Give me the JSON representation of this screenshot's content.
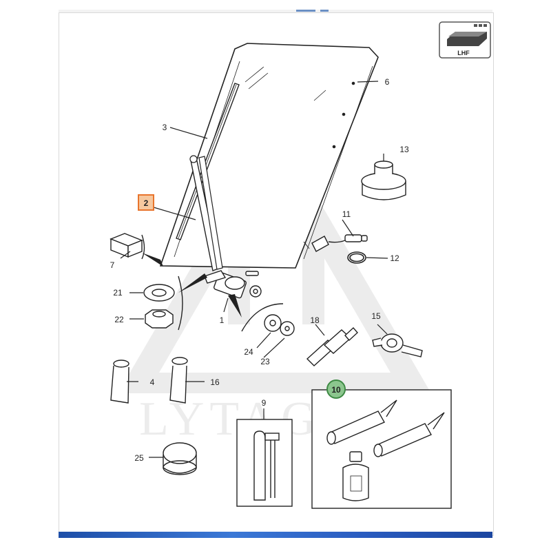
{
  "diagram": {
    "watermark": "LYTAGRA",
    "view_badge": "LHF",
    "highlighted_label": "2",
    "kit_label": "10",
    "colors": {
      "highlight_fill": "#f6c89f",
      "highlight_stroke": "#e8742c",
      "kit_fill": "#8cc68e",
      "kit_stroke": "#3e8a44",
      "line": "#222222"
    },
    "labels": {
      "l1": "1",
      "l3": "3",
      "l4": "4",
      "l6": "6",
      "l7": "7",
      "l9": "9",
      "l11": "11",
      "l12": "12",
      "l13": "13",
      "l15": "15",
      "l16": "16",
      "l18": "18",
      "l21": "21",
      "l22": "22",
      "l23": "23",
      "l24": "24",
      "l25": "25"
    }
  }
}
